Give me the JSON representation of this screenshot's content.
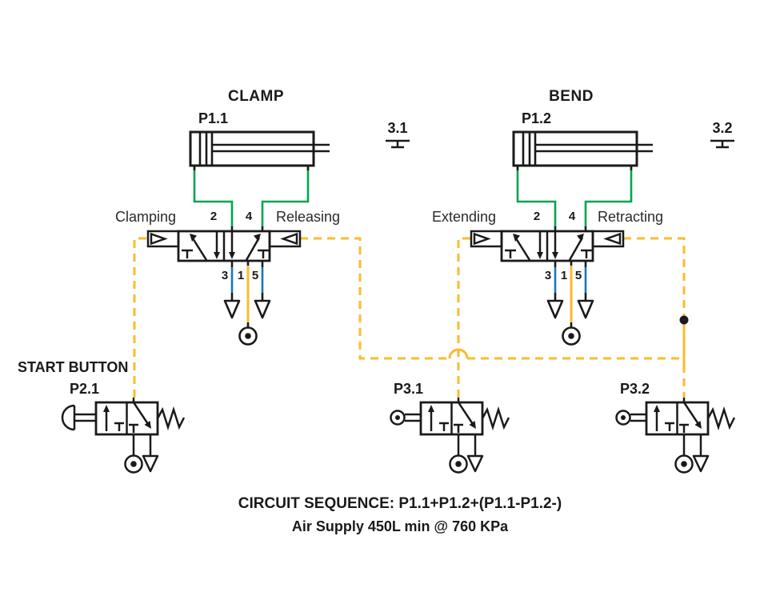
{
  "clamp_circuit": {
    "title": "CLAMP",
    "cylinder_label": "P1.1",
    "marker": "3.1",
    "valve": {
      "left_action": "Clamping",
      "right_action": "Releasing",
      "ports_top": [
        "2",
        "4"
      ],
      "ports_bottom": [
        "3",
        "1",
        "5"
      ]
    }
  },
  "bend_circuit": {
    "title": "BEND",
    "cylinder_label": "P1.2",
    "marker": "3.2",
    "valve": {
      "left_action": "Extending",
      "right_action": "Retracting",
      "ports_top": [
        "2",
        "4"
      ],
      "ports_bottom": [
        "3",
        "1",
        "5"
      ]
    }
  },
  "start_valve": {
    "title": "START BUTTON",
    "label": "P2.1"
  },
  "limit_valve_1": {
    "label": "P3.1"
  },
  "limit_valve_2": {
    "label": "P3.2"
  },
  "footer": {
    "sequence": "CIRCUIT SEQUENCE: P1.1+P1.2+(P1.1-P1.2-)",
    "air_supply": "Air Supply 450L min @ 760 KPa"
  },
  "colors": {
    "cylinder_line_green": "#00A551",
    "pilot_line_yellow": "#FBBB2F",
    "exhaust_line_blue": "#1C75BB",
    "ink": "#1A1A1A"
  }
}
